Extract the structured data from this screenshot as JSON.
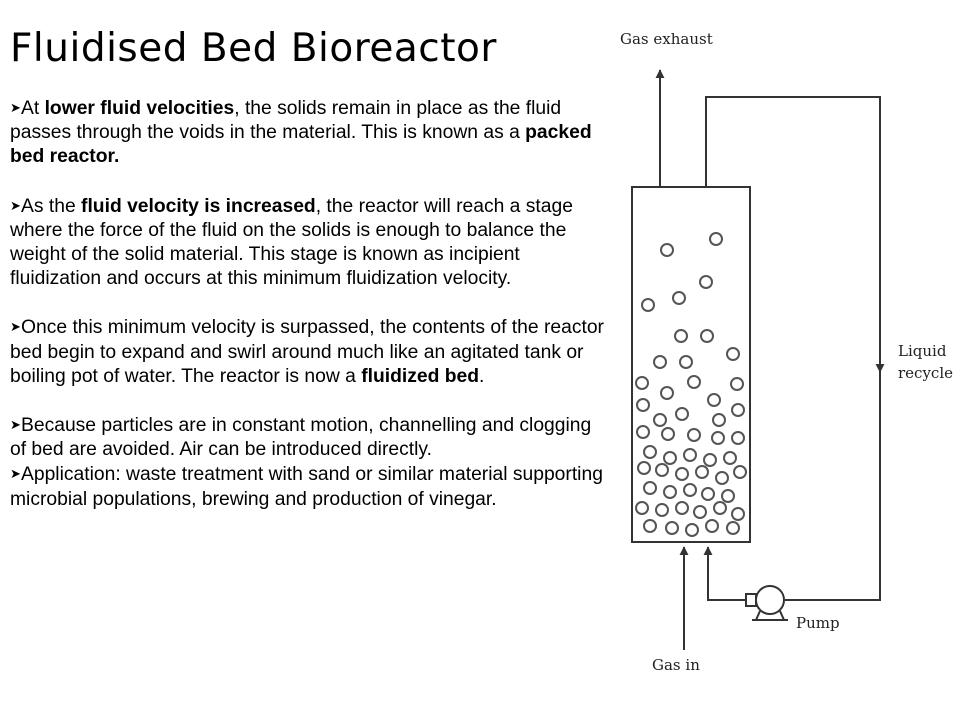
{
  "slide": {
    "title": "Fluidised Bed Bioreactor",
    "bullets": [
      [
        {
          "t": "At ",
          "b": false
        },
        {
          "t": "lower fluid velocities",
          "b": true
        },
        {
          "t": ", the solids remain in place as the fluid passes through the voids in the material. This is known as a ",
          "b": false
        },
        {
          "t": "packed bed reactor.",
          "b": true
        }
      ],
      [
        {
          "t": "As the ",
          "b": false
        },
        {
          "t": "fluid velocity is increased",
          "b": true
        },
        {
          "t": ", the reactor will reach a stage where the force of the fluid on the solids is enough to balance the weight of the solid material. This stage is known as incipient fluidization and occurs at this minimum fluidization velocity.",
          "b": false
        }
      ],
      [
        {
          "t": "Once this minimum velocity is surpassed, the contents of the reactor bed begin to expand and swirl around much like an agitated tank or boiling pot of water. The reactor is now a ",
          "b": false
        },
        {
          "t": "fluidized bed",
          "b": true
        },
        {
          "t": ".",
          "b": false
        }
      ],
      [
        {
          "t": "Because particles are in constant motion, channelling and clogging of bed are avoided. Air can be introduced directly.",
          "b": false
        }
      ],
      [
        {
          "t": "Application: waste treatment with sand or similar material supporting microbial populations, brewing and production of vinegar.",
          "b": false
        }
      ]
    ]
  },
  "diagram": {
    "labels": {
      "gas_exhaust": "Gas exhaust",
      "liquid": "Liquid",
      "recycle": "recycle",
      "pump": "Pump",
      "gas_in": "Gas in"
    }
  }
}
